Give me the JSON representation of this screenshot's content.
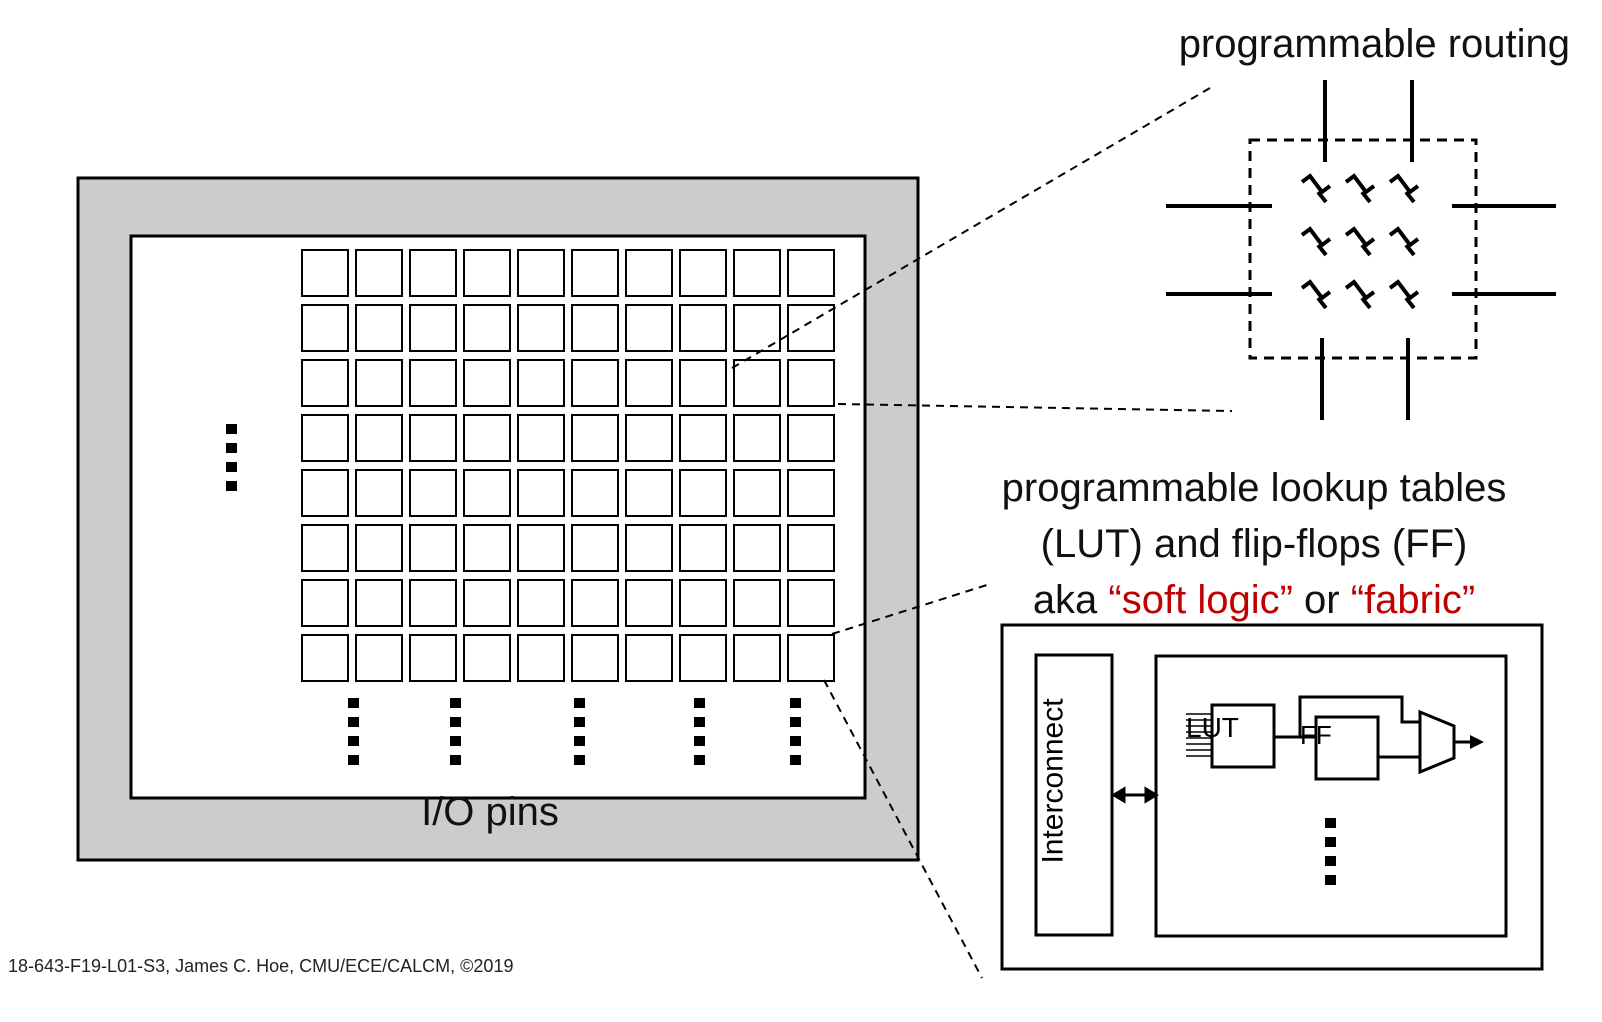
{
  "labels": {
    "routing_title": "programmable routing",
    "lut_caption_line1": "programmable lookup tables",
    "lut_caption_line2": "(LUT) and flip-flops (FF)",
    "lut_caption_line3_prefix": "aka ",
    "lut_caption_soft": "“soft logic”",
    "lut_caption_or": " or ",
    "lut_caption_fabric": "“fabric”",
    "io_pins": "I/O pins",
    "interconnect": "Interconnect",
    "lut": "LUT",
    "ff": "FF",
    "footer": "18-643-F19-L01-S3, James C. Hoe, CMU/ECE/CALCM, ©2019"
  },
  "grid": {
    "columns": 10,
    "rows": 8
  },
  "colors": {
    "io_ring": "#cccccc",
    "accent_red": "#c00000",
    "stroke": "#000000"
  }
}
